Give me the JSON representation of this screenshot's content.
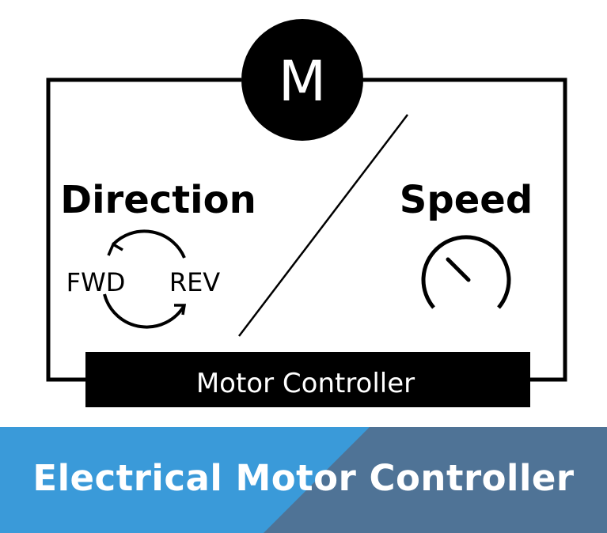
{
  "diagram": {
    "motor_label": "M",
    "direction_heading": "Direction",
    "speed_heading": "Speed",
    "fwd_label": "FWD",
    "rev_label": "REV",
    "controller_label": "Motor Controller"
  },
  "banner": {
    "title": "Electrical Motor Controller"
  },
  "colors": {
    "ink": "#000000",
    "paper": "#ffffff",
    "banner_left": "#3a9ad9",
    "banner_right": "#4f7396"
  },
  "icons": {
    "motor": "motor-icon",
    "rotation": "rotation-arrows-icon",
    "speed_dial": "speed-dial-icon"
  }
}
